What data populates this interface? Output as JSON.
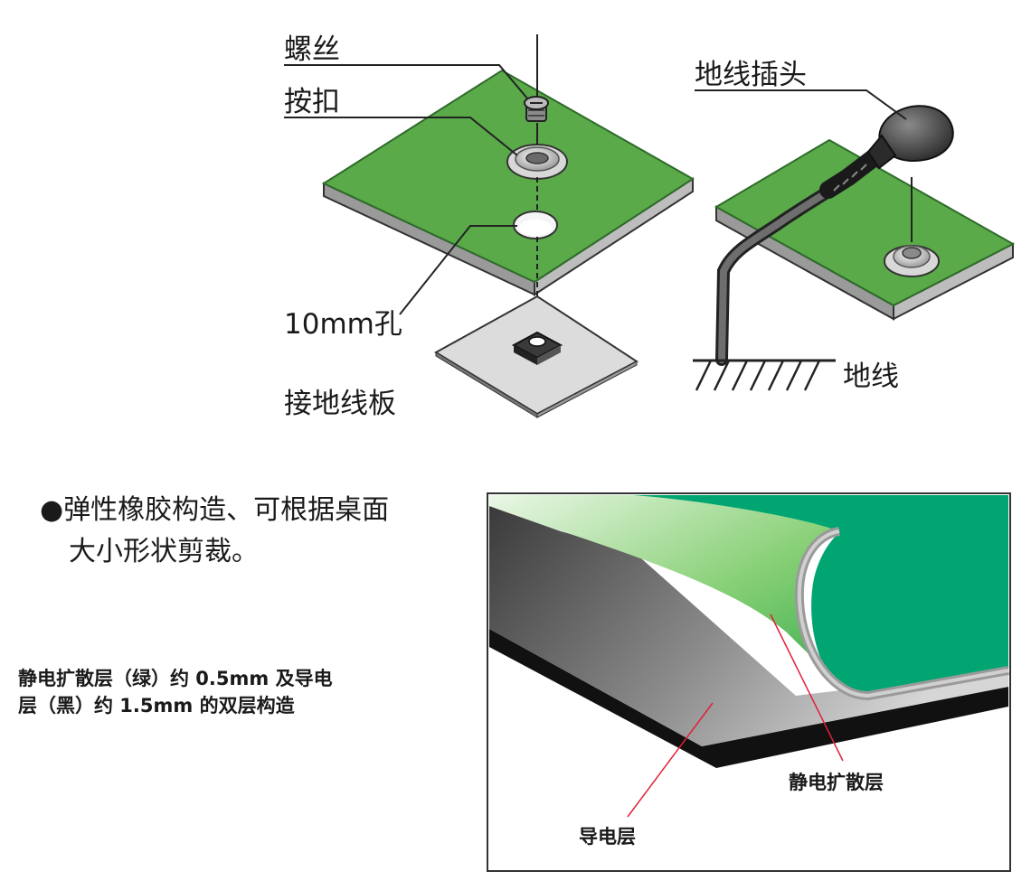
{
  "top_diagram": {
    "labels": {
      "screw": "螺丝",
      "snap_button": "按扣",
      "hole": "10mm孔",
      "ground_plate": "接地线板",
      "ground_plug": "地线插头",
      "ground_wire": "地线"
    }
  },
  "feature": {
    "bullet": "●",
    "line1": "弹性橡胶构造、可根据桌面",
    "line2": "大小形状剪裁。"
  },
  "structure_note": {
    "line1": "静电扩散层（绿）约 0.5mm 及导电",
    "line2": "层（黑）约 1.5mm 的双层构造"
  },
  "layer_diagram": {
    "labels": {
      "dissipative_layer": "静电扩散层",
      "conductive_layer": "导电层"
    }
  },
  "colors": {
    "mat_green": "#5aaa4a",
    "mat_dark_green": "#3f8a3a",
    "mat_grey": "#b9b9b9",
    "layer_green": "#00a572",
    "layer_black": "#111111",
    "leader_red": "#e0203a"
  }
}
